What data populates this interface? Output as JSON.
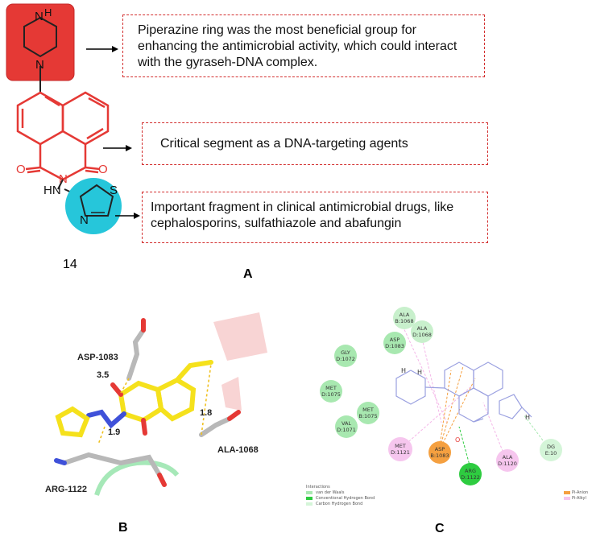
{
  "panel_a": {
    "label": "A",
    "compound_number": "14",
    "notes": [
      "Piperazine ring was the most beneficial group for enhancing the antimicrobial activity, which could interact with the gyraseh-DNA complex.",
      "Critical segment as a DNA-targeting agents",
      "Important fragment in clinical antimicrobial drugs, like cephalosporins, sulfathiazole and abafungin"
    ],
    "atoms": {
      "nh": "N",
      "h": "H",
      "n_lower": "N",
      "o_left": "O",
      "o_right": "O",
      "n_imide": "N",
      "hn": "HN",
      "s": "S",
      "n_thiazole": "N"
    },
    "colors": {
      "piperazine_box": "#e53935",
      "naphthalimide": "#e53935",
      "thiazole_circle": "#26c6da",
      "note_border": "#d32f2f"
    }
  },
  "panel_b": {
    "label": "B",
    "residues": [
      "ASP-1083",
      "ALA-1068",
      "ARG-1122"
    ],
    "distances": [
      "3.5",
      "1.8",
      "1.9"
    ]
  },
  "panel_c": {
    "label": "C",
    "bubbles": [
      {
        "text": "ALA\nB:1068",
        "color": "#c8f0cc"
      },
      {
        "text": "ALA\nD:1068",
        "color": "#c8f0cc"
      },
      {
        "text": "ASP\nD:1083",
        "color": "#a8e8b0"
      },
      {
        "text": "GLY\nD:1072",
        "color": "#a8e8b0"
      },
      {
        "text": "MET\nD:1075",
        "color": "#a8e8b0"
      },
      {
        "text": "MET\nB:1075",
        "color": "#a8e8b0"
      },
      {
        "text": "VAL\nD:1071",
        "color": "#a8e8b0"
      },
      {
        "text": "MET\nD:1121",
        "color": "#f6c6ee"
      },
      {
        "text": "ASP\nB:1083",
        "color": "#f5a040"
      },
      {
        "text": "ARG\nD:1122",
        "color": "#2ecc40"
      },
      {
        "text": "ALA\nD:1120",
        "color": "#f6c6ee"
      },
      {
        "text": "DG\nE:10",
        "color": "#d4f5d8"
      }
    ],
    "legend_title": "Interactions",
    "legend_items": [
      {
        "text": "van der Waals",
        "color": "#a8e8b0"
      },
      {
        "text": "Conventional Hydrogen Bond",
        "color": "#2ecc40"
      },
      {
        "text": "Carbon Hydrogen Bond",
        "color": "#d4f5d8"
      },
      {
        "text": "Pi-Anion",
        "color": "#f5a040"
      },
      {
        "text": "Pi-Alkyl",
        "color": "#f6c6ee"
      }
    ],
    "ring_atoms": {
      "h1": "H",
      "h2": "H",
      "h3": "H",
      "o": "O"
    }
  }
}
